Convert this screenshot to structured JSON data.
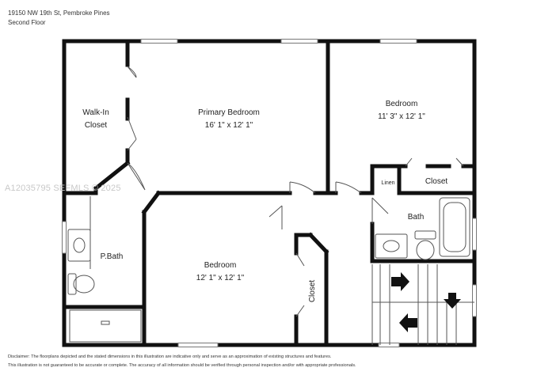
{
  "header": {
    "address": "19150 NW 19th St, Pembroke Pines",
    "floor": "Second Floor"
  },
  "watermark": "A12035795  SEFMLS © 2025",
  "rooms": {
    "walk_in": {
      "line1": "Walk-In",
      "line2": "Closet"
    },
    "primary": {
      "name": "Primary Bedroom",
      "dims": "16' 1\" x 12' 1\""
    },
    "bedroom_ne": {
      "name": "Bedroom",
      "dims": "11' 3\" x 12' 1\""
    },
    "closet_ne": {
      "name": "Closet"
    },
    "linen": {
      "name": "Linen"
    },
    "bath": {
      "name": "Bath"
    },
    "pbath": {
      "name": "P.Bath"
    },
    "bedroom_s": {
      "name": "Bedroom",
      "dims": "12' 1\" x 12' 1\""
    },
    "closet_s": {
      "name": "Closet"
    }
  },
  "disclaimer": {
    "line1": "Disclaimer: The floorplans depicted and the stated dimensions in this illustration are indicative only and serve as an approximation of existing structures and features.",
    "line2": "This illustration is not guaranteed to be accurate or complete. The accuracy of all information should be verified through personal inspection and/or with appropriate professionals."
  },
  "colors": {
    "wall": "#111111",
    "thin": "#555555",
    "watermark": "#c8c8c8"
  }
}
